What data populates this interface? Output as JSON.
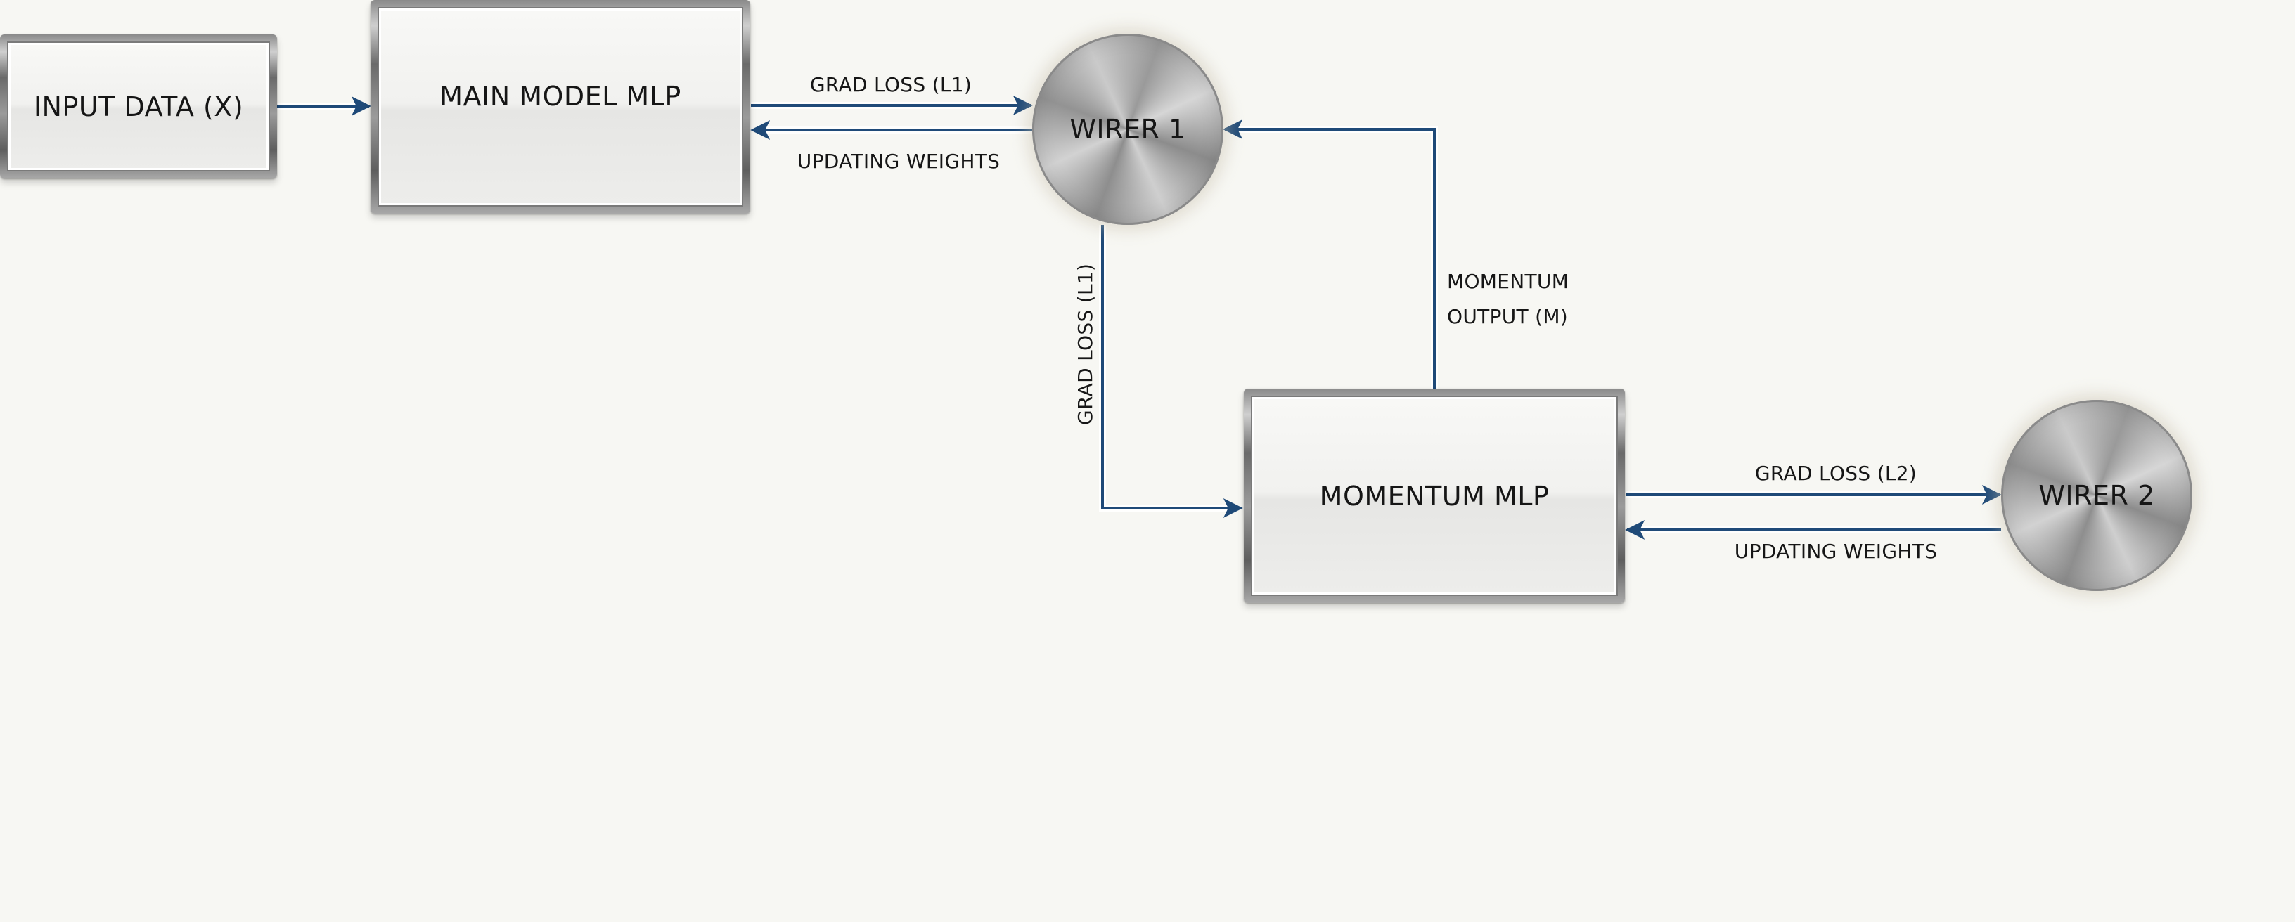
{
  "diagram": {
    "colors": {
      "background": "#f7f7f3",
      "arrow": "#1f4a78",
      "box_frame": "#6b6b6b",
      "text": "#161616"
    },
    "nodes": {
      "input": {
        "label": "INPUT DATA (X)"
      },
      "main_model": {
        "label": "MAIN MODEL MLP"
      },
      "wirer1": {
        "label": "WIRER 1"
      },
      "momentum_mlp": {
        "label": "MOMENTUM MLP"
      },
      "wirer2": {
        "label": "WIRER 2"
      }
    },
    "edges": {
      "main_to_wirer1": {
        "label": "GRAD LOSS (L1)"
      },
      "wirer1_to_main": {
        "label": "UPDATING WEIGHTS"
      },
      "wirer1_to_momentum": {
        "label": "GRAD LOSS (L1)"
      },
      "momentum_to_wirer1": {
        "label_line1": "MOMENTUM",
        "label_line2": "OUTPUT (M)"
      },
      "momentum_to_wirer2": {
        "label": "GRAD LOSS (L2)"
      },
      "wirer2_to_momentum": {
        "label": "UPDATING WEIGHTS"
      }
    }
  }
}
